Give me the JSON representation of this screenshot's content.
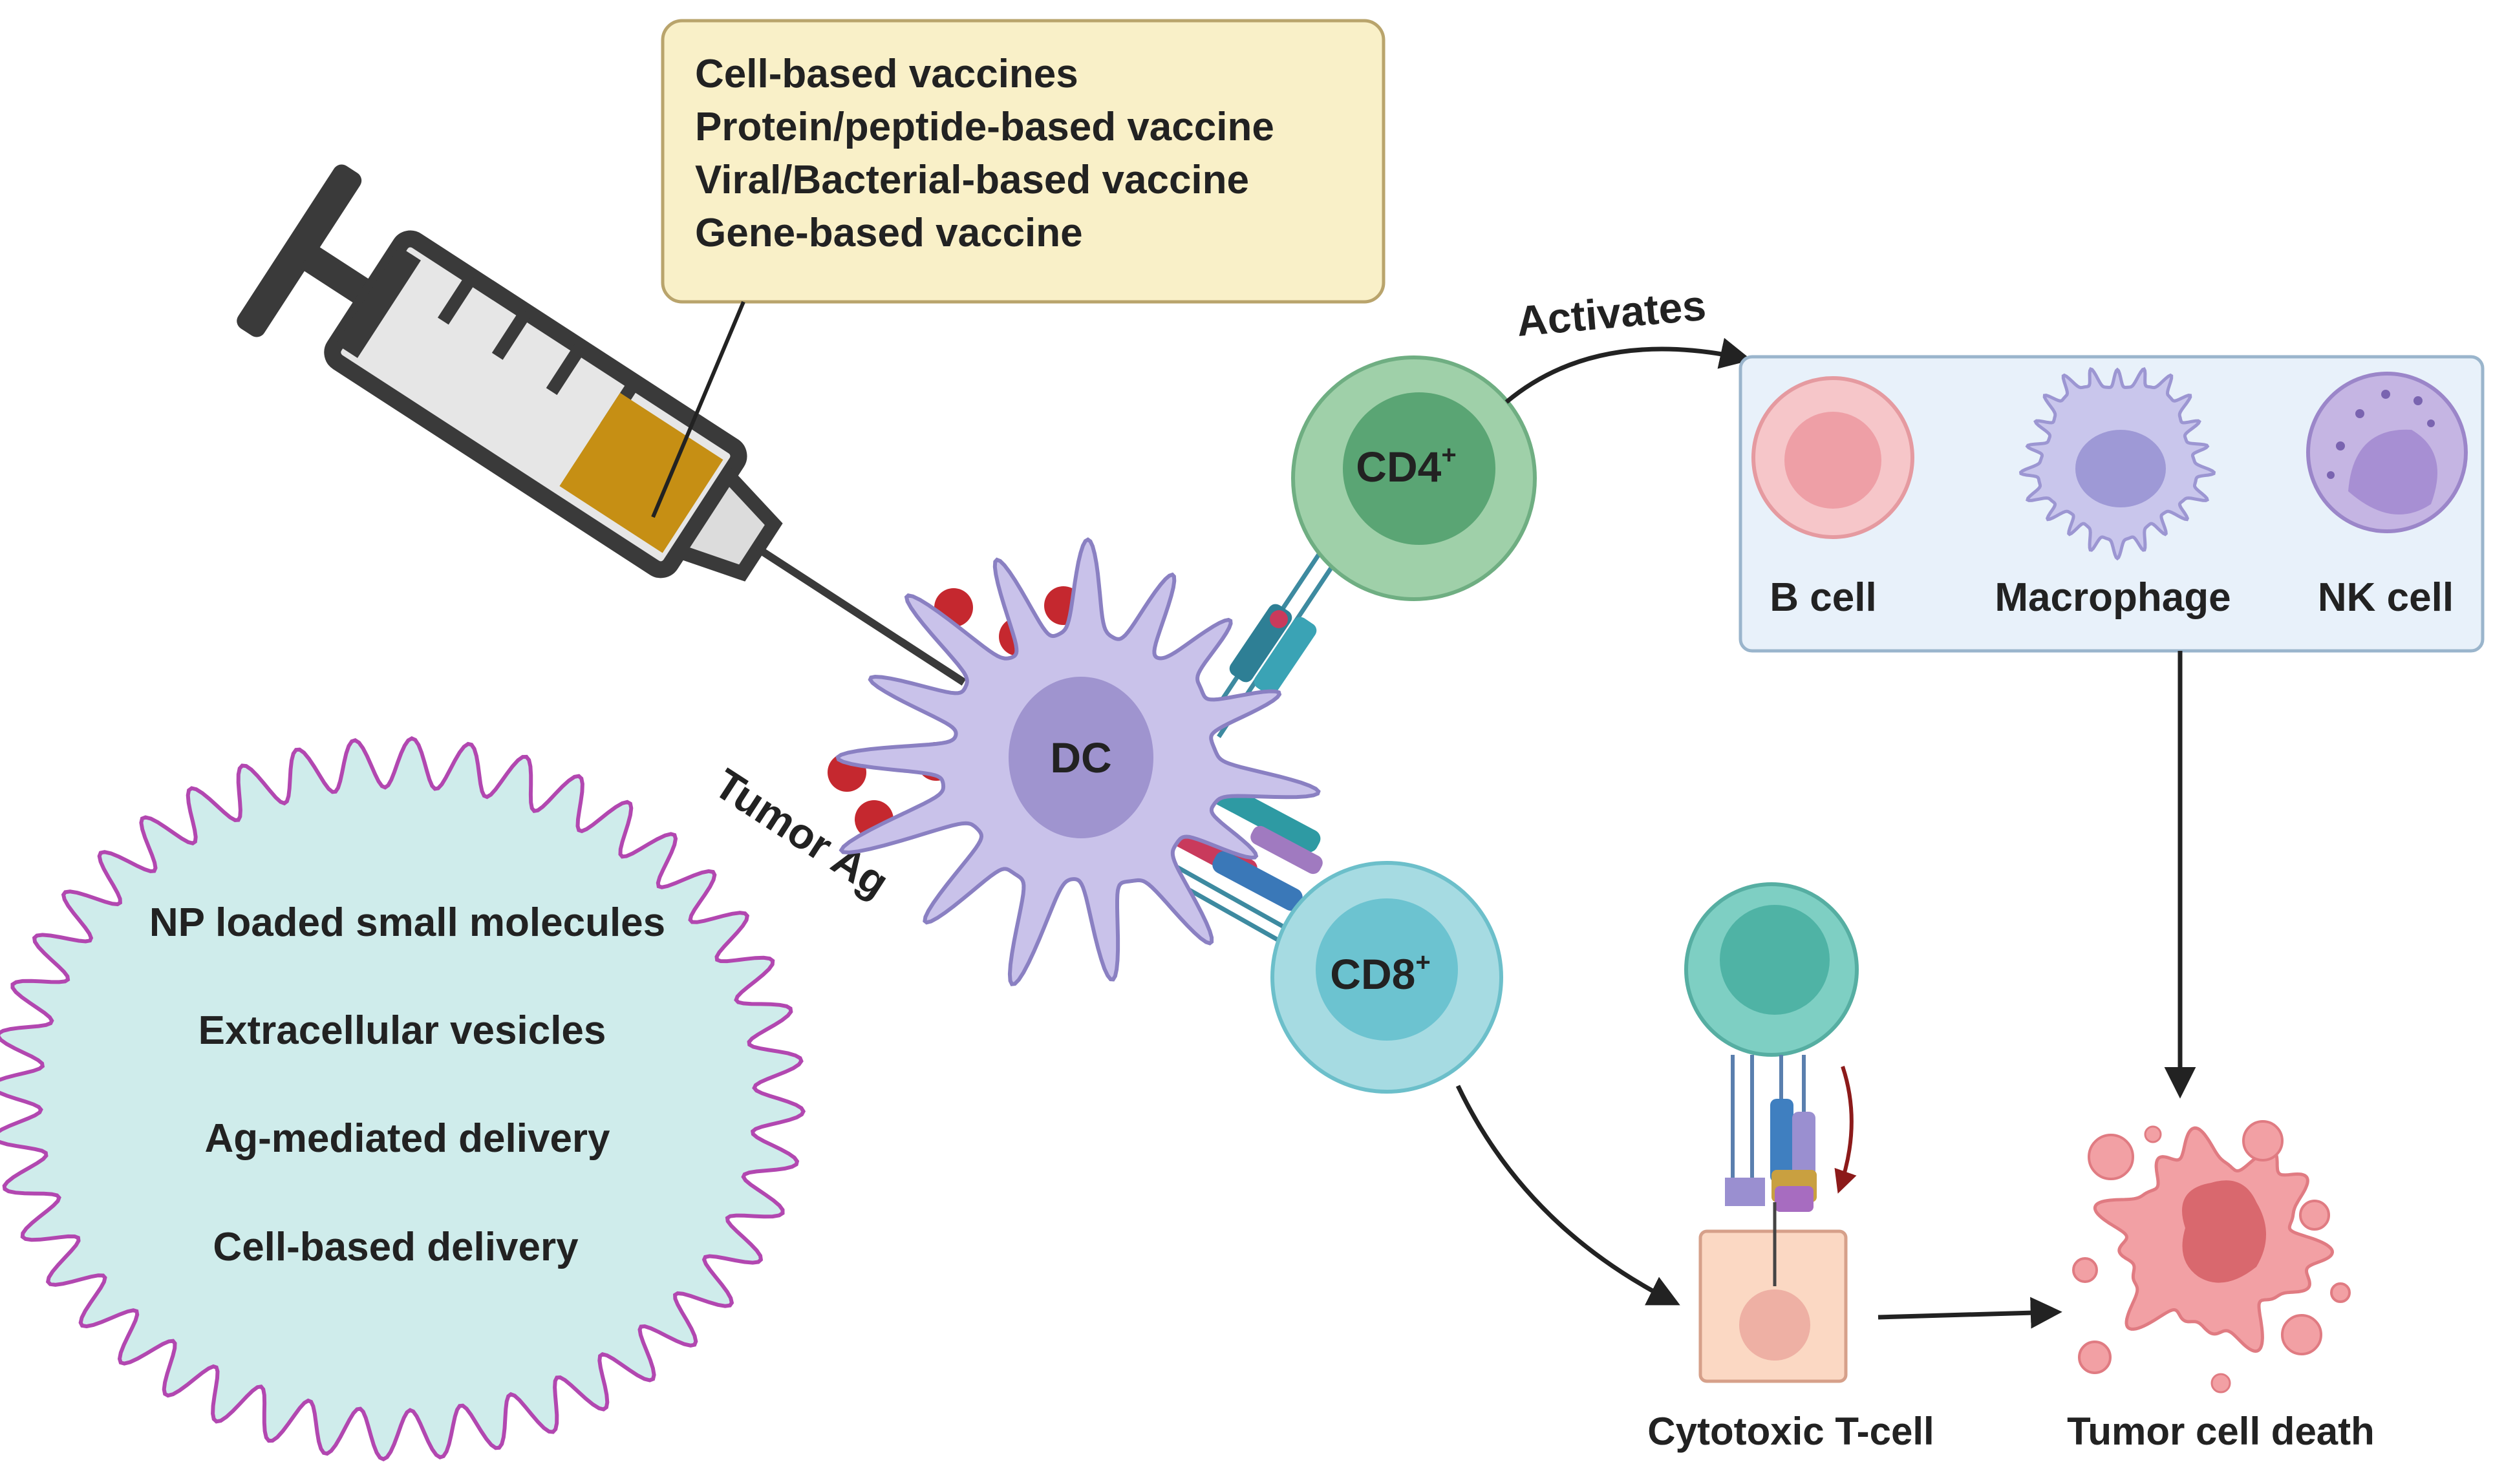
{
  "vaccine_box": {
    "lines": [
      "Cell-based vaccines",
      "Protein/peptide-based vaccine",
      "Viral/Bacterial-based vaccine",
      "Gene-based vaccine"
    ]
  },
  "delivery_cloud": {
    "lines": [
      "NP loaded small molecules",
      "Extracellular vesicles",
      "Ag-mediated delivery",
      "Cell-based delivery"
    ]
  },
  "tumor_ag_label": "Tumor Ag",
  "dc_label": "DC",
  "cd4": {
    "base": "CD4",
    "sup": "+"
  },
  "cd8": {
    "base": "CD8",
    "sup": "+"
  },
  "activates_label": "Activates",
  "effector_cells": [
    "B cell",
    "Macrophage",
    "NK cell"
  ],
  "cytotoxic_label": "Cytotoxic T-cell",
  "tumor_death_label": "Tumor cell death",
  "colors": {
    "box_fill": "#f9f0c8",
    "box_stroke": "#b9a46c",
    "cloud_fill": "#cfeceb",
    "cloud_stroke": "#b247b0",
    "dc_fill": "#c9c2ea",
    "dc_nucleus": "#9f94cf",
    "cd4_fill": "#9fd0a9",
    "cd4_nucleus": "#5aa574",
    "cd8_fill": "#a6dbe2",
    "cd8_nucleus": "#6cc3d0",
    "panel_fill": "#e8f1fa",
    "panel_stroke": "#9ab5cc",
    "tumor_fill": "#f2a0a4",
    "tumor_nucleus": "#d9686e",
    "antigen": "#c5282f"
  }
}
